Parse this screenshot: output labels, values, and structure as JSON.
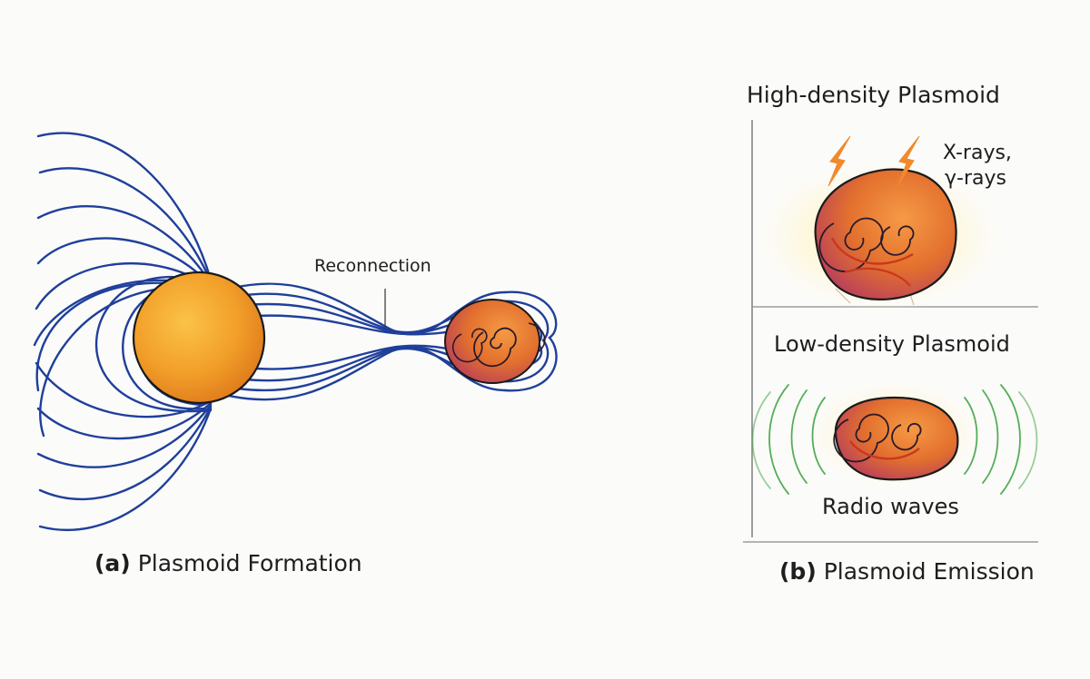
{
  "panel_a": {
    "prefix": "(a)",
    "caption": "Plasmoid Formation",
    "reconnection_label": "Reconnection"
  },
  "panel_b": {
    "prefix": "(b)",
    "caption": "Plasmoid Emission",
    "high_density_title": "High-density Plasmoid",
    "xray_label_line1": "X-rays,",
    "xray_label_line2": "γ-rays",
    "low_density_title": "Low-density Plasmoid",
    "radio_label": "Radio waves"
  },
  "colors": {
    "field_lines": "#1f3f9a",
    "star": "#f2a02a",
    "plasmoid": "#e8782e",
    "radio_waves": "#3aa03a",
    "xray_bolts": "#f08a2c",
    "glow": "#fff1b0"
  }
}
